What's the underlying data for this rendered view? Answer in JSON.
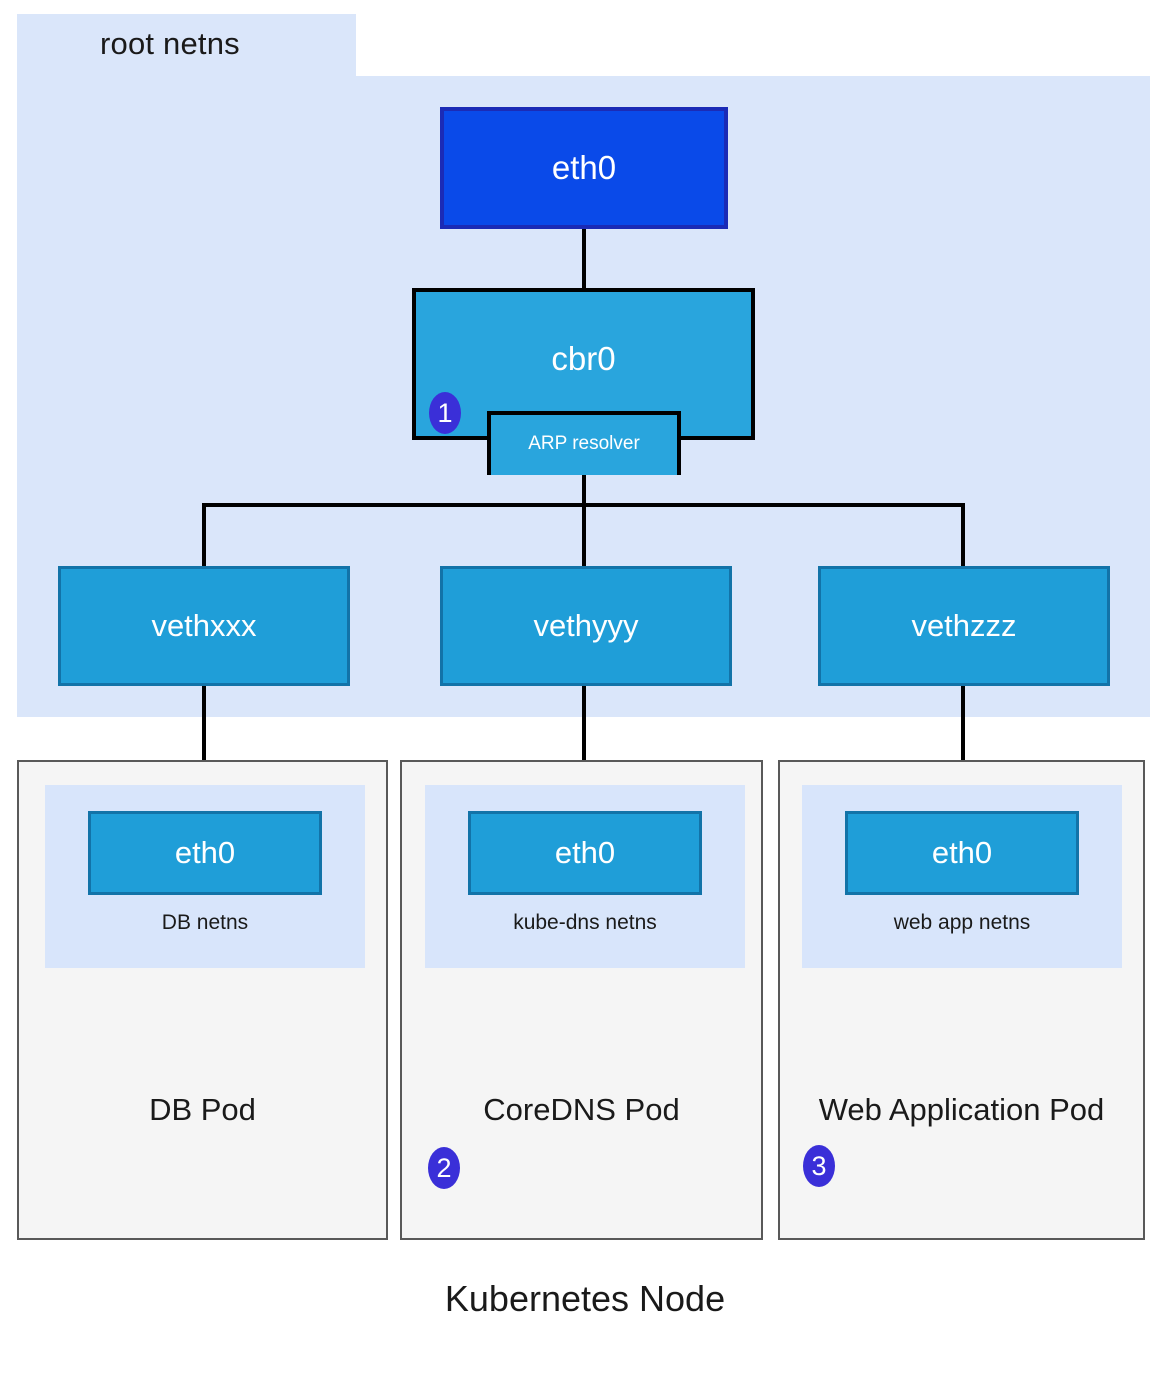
{
  "diagram": {
    "caption": "Kubernetes Node",
    "root_namespace": {
      "label": "root netns",
      "fill_color": "#dae6fa"
    },
    "host_interface": {
      "label": "eth0",
      "fill_color": "#0a4ae9",
      "border_color": "#1b2bb6"
    },
    "bridge": {
      "label": "cbr0",
      "fill_color": "#29a5dd",
      "border_color": "#000000",
      "sub_component": {
        "label": "ARP resolver",
        "badge": "1"
      }
    },
    "veth_interfaces": [
      {
        "label": "vethxxx"
      },
      {
        "label": "vethyyy"
      },
      {
        "label": "vethzzz"
      }
    ],
    "pods": [
      {
        "pod_label": "DB Pod",
        "netns_label": "DB netns",
        "interface_label": "eth0",
        "badge": ""
      },
      {
        "pod_label": "CoreDNS Pod",
        "netns_label": "kube-dns netns",
        "interface_label": "eth0",
        "badge": "2"
      },
      {
        "pod_label": "Web Application Pod",
        "netns_label": "web app netns",
        "interface_label": "eth0",
        "badge": "3"
      }
    ],
    "colors": {
      "node_blue": "#1f9ed8",
      "bridge_blue": "#29a5dd",
      "host_blue": "#0a4ae9",
      "badge_indigo": "#3a2fd8",
      "pod_gray": "#f5f5f5",
      "pod_border": "#595959",
      "netns_blue": "#d8e5fb",
      "line_black": "#000000"
    }
  }
}
